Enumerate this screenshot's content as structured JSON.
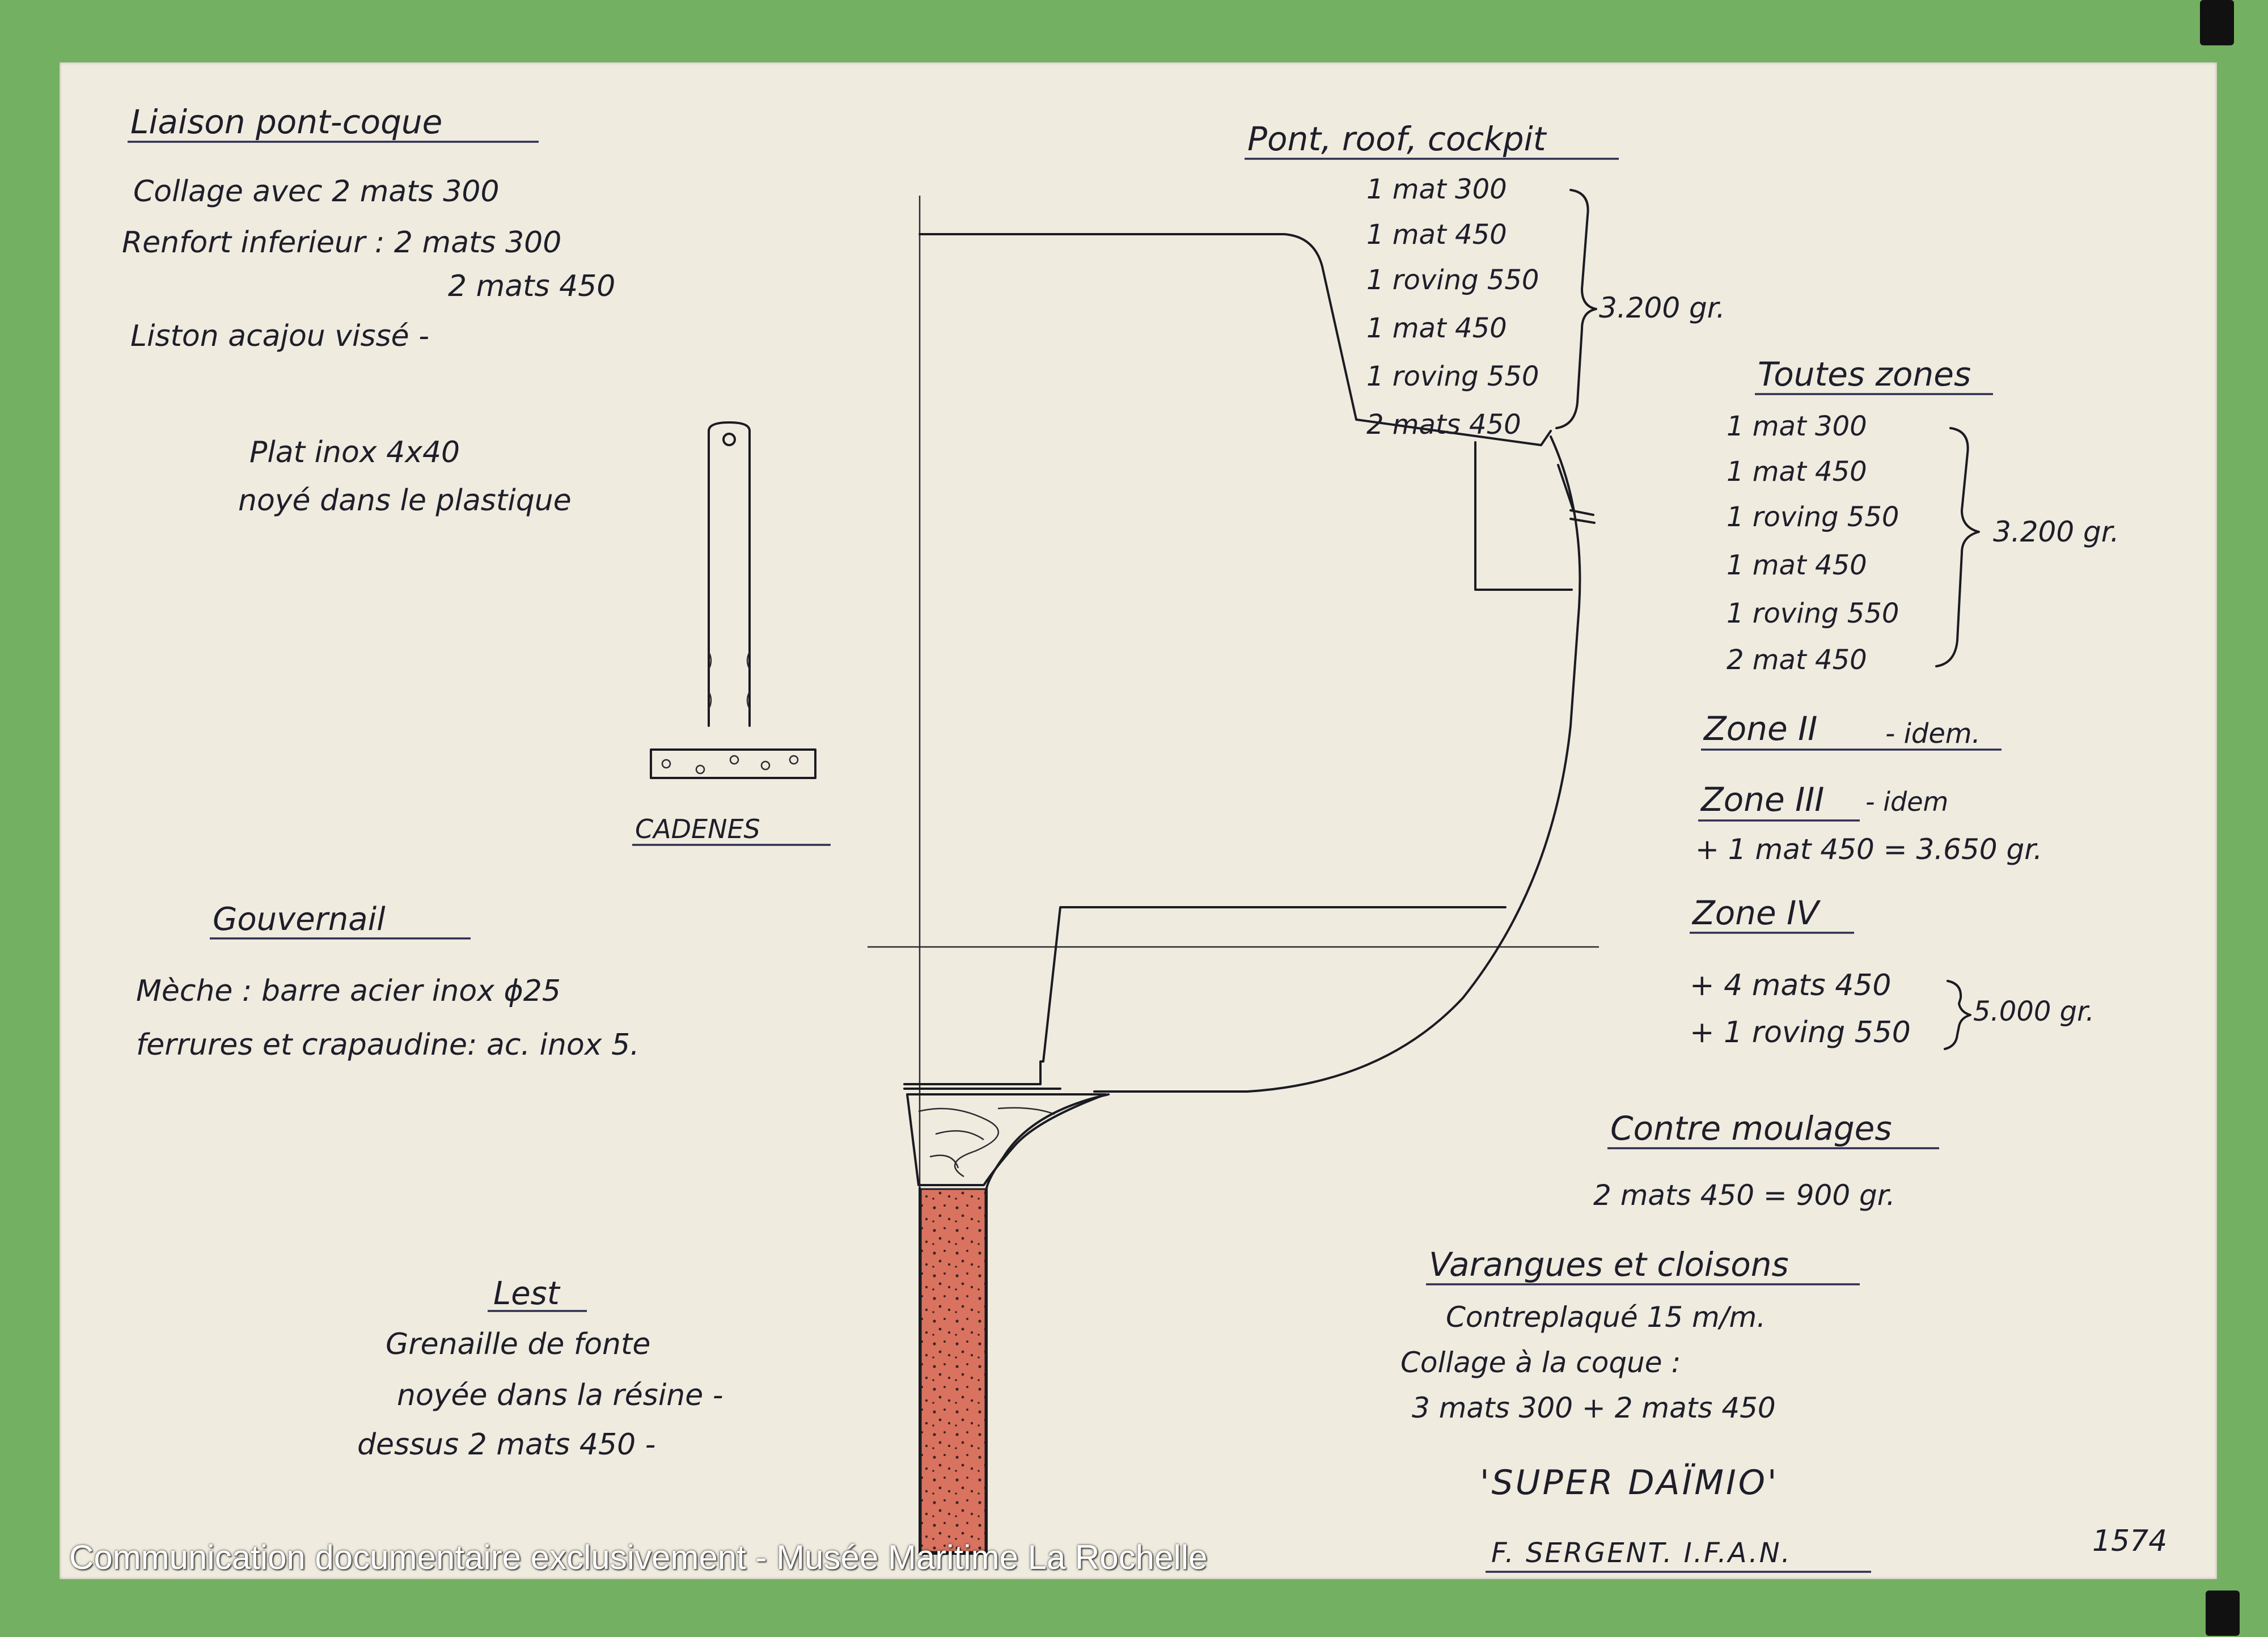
{
  "notes": {
    "liaison": {
      "title": "Liaison pont-coque",
      "lines": [
        "Collage avec 2 mats 300",
        "Renfort inferieur : 2 mats 300",
        "2 mats 450",
        "Liston acajou vissé -"
      ]
    },
    "plat": {
      "lines": [
        "Plat inox 4x40",
        "noyé dans le plastique"
      ]
    },
    "cadenes": {
      "label": "CADENES"
    },
    "gouvernail": {
      "title": "Gouvernail",
      "lines": [
        "Mèche : barre acier inox ϕ25",
        "ferrures et crapaudine: ac. inox 5."
      ]
    },
    "lest": {
      "title": "Lest",
      "lines": [
        "Grenaille de fonte",
        "noyée dans la résine -",
        "dessus 2 mats 450 -"
      ]
    },
    "pont": {
      "title": "Pont, roof, cockpit",
      "items": [
        "1 mat 300",
        "1 mat 450",
        "1 roving 550",
        "1 mat 450",
        "1 roving 550",
        "2 mats 450"
      ],
      "total": "3.200 gr."
    },
    "toutes": {
      "title": "Toutes zones",
      "items": [
        "1 mat 300",
        "1 mat 450",
        "1 roving 550",
        "1 mat 450",
        "1 roving 550",
        "2 mat 450"
      ],
      "total": "3.200 gr."
    },
    "zone2": {
      "title": "Zone II",
      "suffix": "- idem."
    },
    "zone3": {
      "title": "Zone III",
      "suffix": "- idem",
      "line": "+ 1 mat 450 = 3.650 gr."
    },
    "zone4": {
      "title": "Zone IV",
      "items": [
        "+ 4 mats 450",
        "+ 1 roving 550"
      ],
      "total": "5.000 gr."
    },
    "contre": {
      "title": "Contre moulages",
      "line": "2 mats 450 = 900 gr."
    },
    "varangues": {
      "title": "Varangues et cloisons",
      "lines": [
        "Contreplaqué 15 m/m.",
        "Collage à la coque :",
        "3 mats 300 + 2 mats 450"
      ]
    },
    "boat": {
      "name": "'SUPER DAÏMIO'",
      "designer": "F. SERGENT. I.F.A.N."
    },
    "sheet_number": "1574"
  },
  "footer": {
    "text": "Communication documentaire exclusivement - Musée Maritime La Rochelle"
  },
  "colors": {
    "frame": "#74b062",
    "paper": "#efebdf",
    "ink": "#1b1b22",
    "ballast": "#d9735f"
  }
}
